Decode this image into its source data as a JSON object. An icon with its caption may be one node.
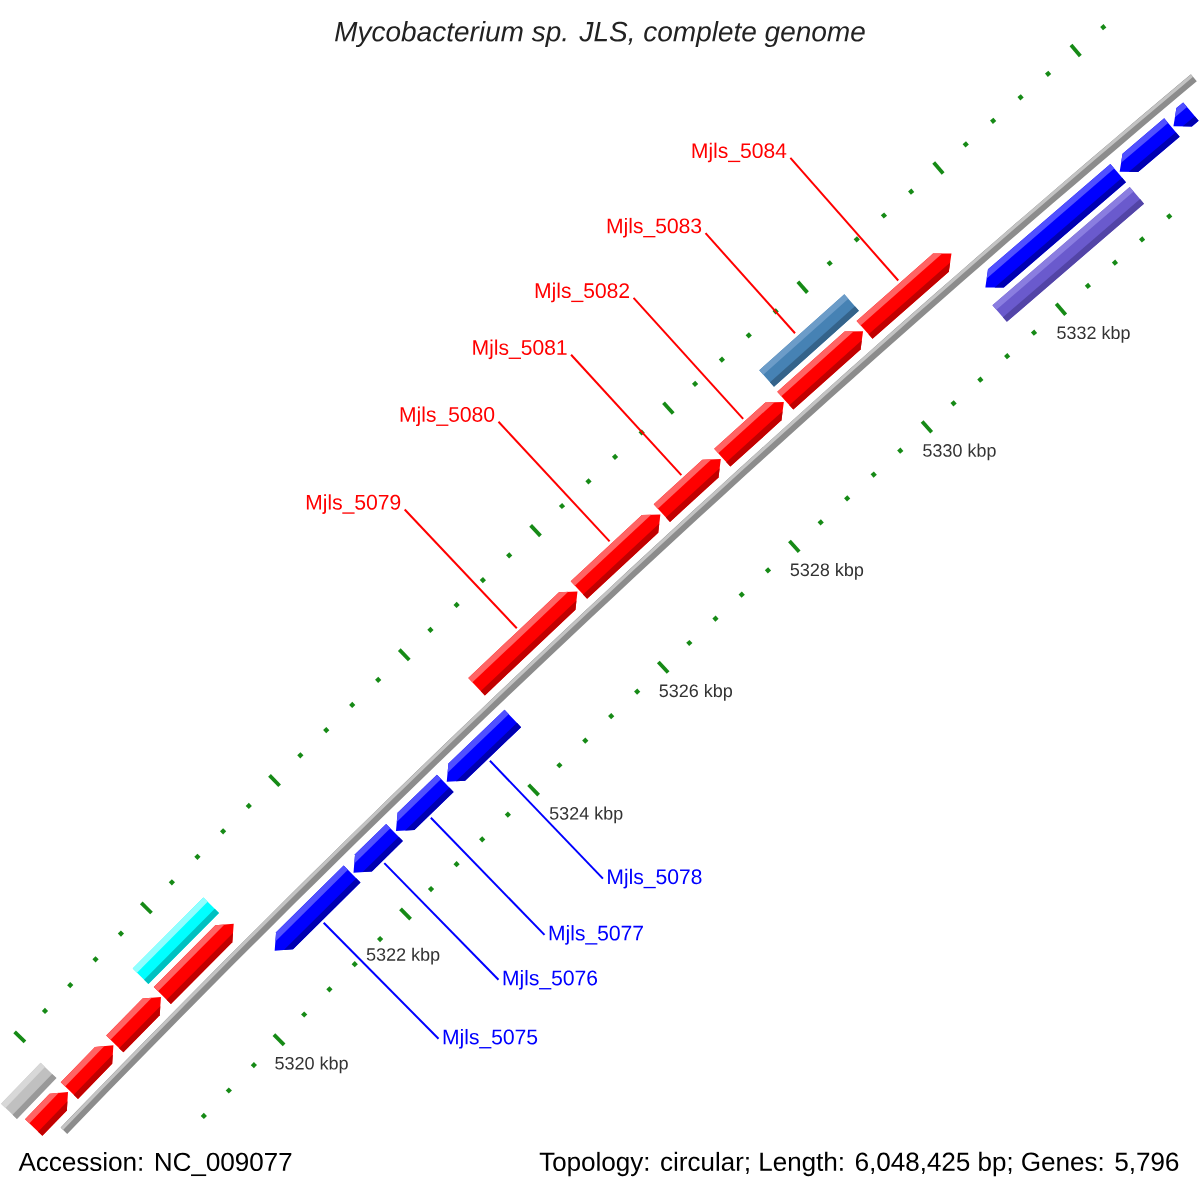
{
  "diagram": {
    "title": "Mycobacterium sp. JLS, complete genome",
    "nodes": [
      {
        "text": [
          "Mjls_5084"
        ]
      },
      {
        "text": [
          "Mjls_5083"
        ]
      },
      {
        "text": [
          "Mjls_5082"
        ]
      },
      {
        "text": [
          "Mjls_5081"
        ]
      },
      {
        "text": [
          "Mjls_5080"
        ]
      },
      {
        "text": [
          "Mjls_5079"
        ]
      },
      {
        "text": [
          "Mjls_5078"
        ]
      },
      {
        "text": [
          "Mjls_5077"
        ]
      },
      {
        "text": [
          "Mjls_5076"
        ]
      },
      {
        "text": [
          "Mjls_5075"
        ]
      },
      {
        "text": [],
        "shape": "arrow"
      },
      {
        "text": [],
        "shape": "bar"
      },
      {
        "text": [],
        "shape": "arrow"
      },
      {
        "text": [],
        "shape": "arrow"
      },
      {
        "text": [],
        "shape": "bar"
      },
      {
        "text": [],
        "shape": "arrow"
      },
      {
        "text": [],
        "shape": "arrow"
      },
      {
        "text": [],
        "shape": "arrow"
      },
      {
        "text": [],
        "shape": "arrow"
      },
      {
        "text": [],
        "shape": "arrow"
      },
      {
        "text": [],
        "shape": "arrow"
      },
      {
        "text": [],
        "shape": "arrow"
      },
      {
        "text": [],
        "shape": "arrow"
      },
      {
        "text": [],
        "shape": "arrow"
      },
      {
        "text": [],
        "shape": "bar"
      },
      {
        "text": [],
        "shape": "arrow"
      },
      {
        "text": [],
        "shape": "arrow"
      },
      {
        "text": [],
        "shape": "arrow"
      },
      {
        "text": [],
        "shape": "bar"
      },
      {
        "text": [],
        "shape": "arrow"
      },
      {
        "text": [],
        "shape": "arrow"
      }
    ],
    "edges": [
      {
        "from": 0,
        "to": 26,
        "arrow": "none"
      },
      {
        "from": 1,
        "to": 25,
        "arrow": "none"
      },
      {
        "from": 2,
        "to": 23,
        "arrow": "none"
      },
      {
        "from": 3,
        "to": 22,
        "arrow": "none"
      },
      {
        "from": 4,
        "to": 21,
        "arrow": "none"
      },
      {
        "from": 5,
        "to": 20,
        "arrow": "none"
      },
      {
        "from": 6,
        "to": 19,
        "arrow": "none",
        "color": "#0000ff"
      },
      {
        "from": 7,
        "to": 18,
        "arrow": "none",
        "color": "#0000ff"
      },
      {
        "from": 8,
        "to": 17,
        "arrow": "none",
        "color": "#0000ff"
      },
      {
        "from": 9,
        "to": 16,
        "arrow": "none",
        "color": "#0000ff"
      }
    ],
    "labels": [
      "5332 kbp",
      "5330 kbp",
      "5328 kbp",
      "5326 kbp",
      "5324 kbp",
      "5322 kbp",
      "5320 kbp",
      "Accession: NC_009077",
      "Topology: circular; Length: 6,048,425 bp; Genes: 5,796"
    ]
  }
}
